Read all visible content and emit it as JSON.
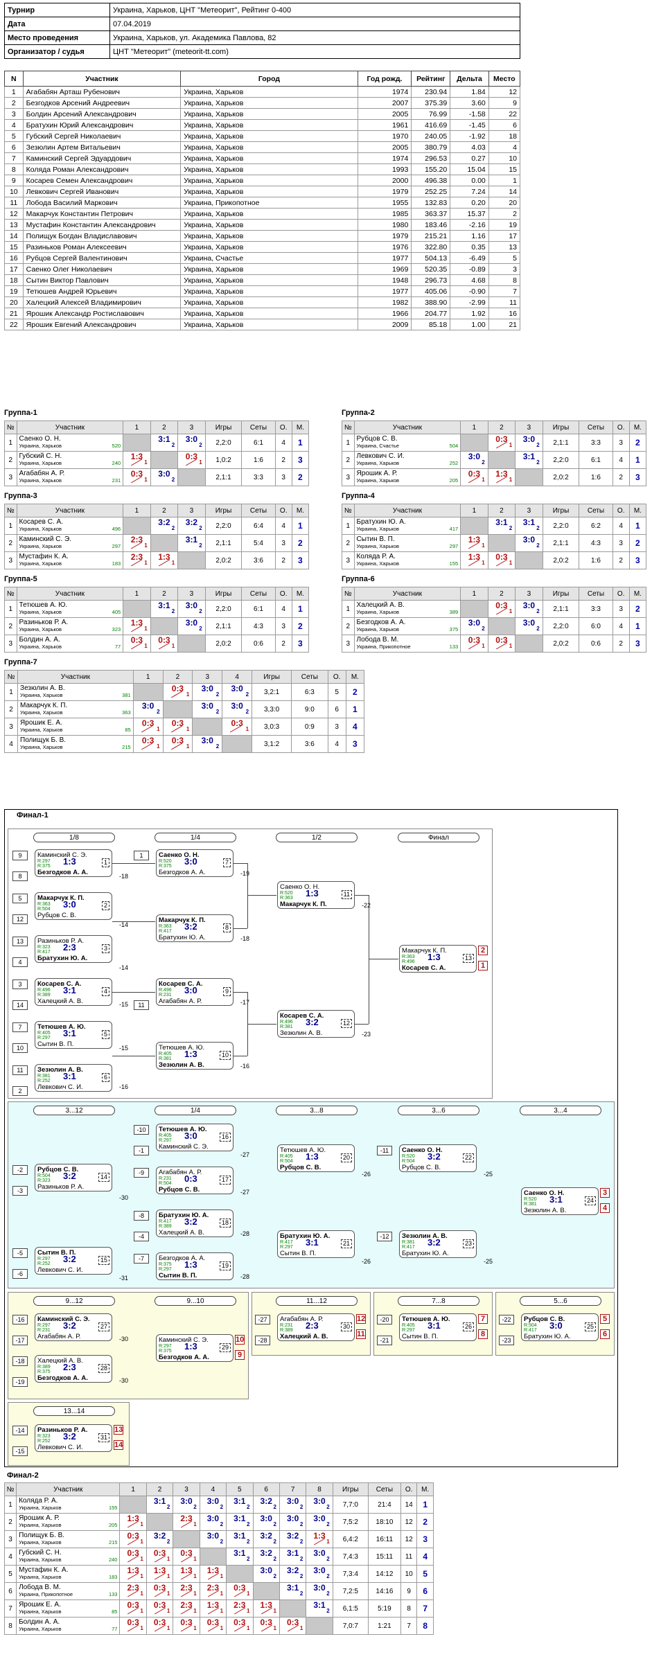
{
  "info": [
    {
      "k": "Турнир",
      "v": "Украина, Харьков, ЦНТ \"Метеорит\", Рейтинг 0-400"
    },
    {
      "k": "Дата",
      "v": "07.04.2019"
    },
    {
      "k": "Место проведения",
      "v": "Украина, Харьков, ул. Академика Павлова, 82"
    },
    {
      "k": "Организатор / судья",
      "v": "ЦНТ \"Метеорит\" (meteorit-tt.com)"
    }
  ],
  "players_header": [
    "N",
    "Участник",
    "Город",
    "Год рожд.",
    "Рейтинг",
    "Дельта",
    "Место"
  ],
  "players": [
    [
      "1",
      "Агабабян Арташ Рубенович",
      "Украина, Харьков",
      "1974",
      "230.94",
      "1.84",
      "12"
    ],
    [
      "2",
      "Безгодков Арсений Андреевич",
      "Украина, Харьков",
      "2007",
      "375.39",
      "3.60",
      "9"
    ],
    [
      "3",
      "Болдин Арсений Александрович",
      "Украина, Харьков",
      "2005",
      "76.99",
      "-1.58",
      "22"
    ],
    [
      "4",
      "Братухин Юрий Александрович",
      "Украина, Харьков",
      "1961",
      "416.69",
      "-1.45",
      "6"
    ],
    [
      "5",
      "Губский Сергей Николаевич",
      "Украина, Харьков",
      "1970",
      "240.05",
      "-1.92",
      "18"
    ],
    [
      "6",
      "Зезюлин Артем Витальевич",
      "Украина, Харьков",
      "2005",
      "380.79",
      "4.03",
      "4"
    ],
    [
      "7",
      "Каминский Сергей Эдуардович",
      "Украина, Харьков",
      "1974",
      "296.53",
      "0.27",
      "10"
    ],
    [
      "8",
      "Коляда Роман Александрович",
      "Украина, Харьков",
      "1993",
      "155.20",
      "15.04",
      "15"
    ],
    [
      "9",
      "Косарев Семен Александрович",
      "Украина, Харьков",
      "2000",
      "496.38",
      "0.00",
      "1"
    ],
    [
      "10",
      "Левкович Сергей Иванович",
      "Украина, Харьков",
      "1979",
      "252.25",
      "7.24",
      "14"
    ],
    [
      "11",
      "Лобода Василий Маркович",
      "Украина, Прикопотное",
      "1955",
      "132.83",
      "0.20",
      "20"
    ],
    [
      "12",
      "Макарчук Константин Петрович",
      "Украина, Харьков",
      "1985",
      "363.37",
      "15.37",
      "2"
    ],
    [
      "13",
      "Мустафин Константин Александрович",
      "Украина, Харьков",
      "1980",
      "183.46",
      "-2.16",
      "19"
    ],
    [
      "14",
      "Полищук Богдан Владиславович",
      "Украина, Харьков",
      "1979",
      "215.21",
      "1.16",
      "17"
    ],
    [
      "15",
      "Разиньков Роман Алексеевич",
      "Украина, Харьков",
      "1976",
      "322.80",
      "0.35",
      "13"
    ],
    [
      "16",
      "Рубцов Сергей Валентинович",
      "Украина, Счастье",
      "1977",
      "504.13",
      "-6.49",
      "5"
    ],
    [
      "17",
      "Саенко Олег Николаевич",
      "Украина, Харьков",
      "1969",
      "520.35",
      "-0.89",
      "3"
    ],
    [
      "18",
      "Сытин Виктор Павлович",
      "Украина, Харьков",
      "1948",
      "296.73",
      "4.68",
      "8"
    ],
    [
      "19",
      "Тетюшев Андрей Юрьевич",
      "Украина, Харьков",
      "1977",
      "405.06",
      "-0.90",
      "7"
    ],
    [
      "20",
      "Халецкий Алексей Владимирович",
      "Украина, Харьков",
      "1982",
      "388.90",
      "-2.99",
      "11"
    ],
    [
      "21",
      "Ярошик Александр Ростиславович",
      "Украина, Харьков",
      "1966",
      "204.77",
      "1.92",
      "16"
    ],
    [
      "22",
      "Ярошик Евгений Александрович",
      "Украина, Харьков",
      "2009",
      "85.18",
      "1.00",
      "21"
    ]
  ],
  "group_header": [
    "№",
    "Участник",
    "Игры",
    "Сеты",
    "О.",
    "М."
  ],
  "groups": [
    {
      "title": "Группа-1",
      "rows": [
        {
          "n": "1",
          "name": "Саенко О. Н.",
          "city": "Украина, Харьков",
          "r": "520",
          "s": [
            "",
            "3:1|w|2",
            "3:0|w|2"
          ],
          "g": "2,2:0",
          "sets": "6:1",
          "o": "4",
          "m": "1"
        },
        {
          "n": "2",
          "name": "Губский С. Н.",
          "city": "Украина, Харьков",
          "r": "240",
          "s": [
            "1:3|l|1",
            "",
            "0:3|l|1"
          ],
          "g": "1,0:2",
          "sets": "1:6",
          "o": "2",
          "m": "3"
        },
        {
          "n": "3",
          "name": "Агабабян А. Р.",
          "city": "Украина, Харьков",
          "r": "231",
          "s": [
            "0:3|l|1",
            "3:0|w|2",
            ""
          ],
          "g": "2,1:1",
          "sets": "3:3",
          "o": "3",
          "m": "2"
        }
      ]
    },
    {
      "title": "Группа-2",
      "rows": [
        {
          "n": "1",
          "name": "Рубцов С. В.",
          "city": "Украина, Счастье",
          "r": "504",
          "s": [
            "",
            "0:3|l|1",
            "3:0|w|2"
          ],
          "g": "2,1:1",
          "sets": "3:3",
          "o": "3",
          "m": "2"
        },
        {
          "n": "2",
          "name": "Левкович С. И.",
          "city": "Украина, Харьков",
          "r": "252",
          "s": [
            "3:0|w|2",
            "",
            "3:1|w|2"
          ],
          "g": "2,2:0",
          "sets": "6:1",
          "o": "4",
          "m": "1"
        },
        {
          "n": "3",
          "name": "Ярошик А. Р.",
          "city": "Украина, Харьков",
          "r": "205",
          "s": [
            "0:3|l|1",
            "1:3|l|1",
            ""
          ],
          "g": "2,0:2",
          "sets": "1:6",
          "o": "2",
          "m": "3"
        }
      ]
    },
    {
      "title": "Группа-3",
      "rows": [
        {
          "n": "1",
          "name": "Косарев С. А.",
          "city": "Украина, Харьков",
          "r": "496",
          "s": [
            "",
            "3:2|w|2",
            "3:2|w|2"
          ],
          "g": "2,2:0",
          "sets": "6:4",
          "o": "4",
          "m": "1"
        },
        {
          "n": "2",
          "name": "Каминский С. Э.",
          "city": "Украина, Харьков",
          "r": "297",
          "s": [
            "2:3|l|1",
            "",
            "3:1|w|2"
          ],
          "g": "2,1:1",
          "sets": "5:4",
          "o": "3",
          "m": "2"
        },
        {
          "n": "3",
          "name": "Мустафин К. А.",
          "city": "Украина, Харьков",
          "r": "183",
          "s": [
            "2:3|l|1",
            "1:3|l|1",
            ""
          ],
          "g": "2,0:2",
          "sets": "3:6",
          "o": "2",
          "m": "3"
        }
      ]
    },
    {
      "title": "Группа-4",
      "rows": [
        {
          "n": "1",
          "name": "Братухин Ю. А.",
          "city": "Украина, Харьков",
          "r": "417",
          "s": [
            "",
            "3:1|w|2",
            "3:1|w|2"
          ],
          "g": "2,2:0",
          "sets": "6:2",
          "o": "4",
          "m": "1"
        },
        {
          "n": "2",
          "name": "Сытин В. П.",
          "city": "Украина, Харьков",
          "r": "297",
          "s": [
            "1:3|l|1",
            "",
            "3:0|w|2"
          ],
          "g": "2,1:1",
          "sets": "4:3",
          "o": "3",
          "m": "2"
        },
        {
          "n": "3",
          "name": "Коляда Р. А.",
          "city": "Украина, Харьков",
          "r": "155",
          "s": [
            "1:3|l|1",
            "0:3|l|1",
            ""
          ],
          "g": "2,0:2",
          "sets": "1:6",
          "o": "2",
          "m": "3"
        }
      ]
    },
    {
      "title": "Группа-5",
      "rows": [
        {
          "n": "1",
          "name": "Тетюшев А. Ю.",
          "city": "Украина, Харьков",
          "r": "405",
          "s": [
            "",
            "3:1|w|2",
            "3:0|w|2"
          ],
          "g": "2,2:0",
          "sets": "6:1",
          "o": "4",
          "m": "1"
        },
        {
          "n": "2",
          "name": "Разиньков Р. А.",
          "city": "Украина, Харьков",
          "r": "323",
          "s": [
            "1:3|l|1",
            "",
            "3:0|w|2"
          ],
          "g": "2,1:1",
          "sets": "4:3",
          "o": "3",
          "m": "2"
        },
        {
          "n": "3",
          "name": "Болдин А. А.",
          "city": "Украина, Харьков",
          "r": "77",
          "s": [
            "0:3|l|1",
            "0:3|l|1",
            ""
          ],
          "g": "2,0:2",
          "sets": "0:6",
          "o": "2",
          "m": "3"
        }
      ]
    },
    {
      "title": "Группа-6",
      "rows": [
        {
          "n": "1",
          "name": "Халецкий А. В.",
          "city": "Украина, Харьков",
          "r": "389",
          "s": [
            "",
            "0:3|l|1",
            "3:0|w|2"
          ],
          "g": "2,1:1",
          "sets": "3:3",
          "o": "3",
          "m": "2"
        },
        {
          "n": "2",
          "name": "Безгодков А. А.",
          "city": "Украина, Харьков",
          "r": "375",
          "s": [
            "3:0|w|2",
            "",
            "3:0|w|2"
          ],
          "g": "2,2:0",
          "sets": "6:0",
          "o": "4",
          "m": "1"
        },
        {
          "n": "3",
          "name": "Лобода В. М.",
          "city": "Украина, Прикопотное",
          "r": "133",
          "s": [
            "0:3|l|1",
            "0:3|l|1",
            ""
          ],
          "g": "2,0:2",
          "sets": "0:6",
          "o": "2",
          "m": "3"
        }
      ]
    },
    {
      "title": "Группа-7",
      "rows": [
        {
          "n": "1",
          "name": "Зезюлин А. В.",
          "city": "Украина, Харьков",
          "r": "381",
          "s": [
            "",
            "0:3|l|1",
            "3:0|w|2",
            "3:0|w|2"
          ],
          "g": "3,2:1",
          "sets": "6:3",
          "o": "5",
          "m": "2"
        },
        {
          "n": "2",
          "name": "Макарчук К. П.",
          "city": "Украина, Харьков",
          "r": "363",
          "s": [
            "3:0|w|2",
            "",
            "3:0|w|2",
            "3:0|w|2"
          ],
          "g": "3,3:0",
          "sets": "9:0",
          "o": "6",
          "m": "1"
        },
        {
          "n": "3",
          "name": "Ярошик Е. А.",
          "city": "Украина, Харьков",
          "r": "85",
          "s": [
            "0:3|l|1",
            "0:3|l|1",
            "",
            "0:3|l|1"
          ],
          "g": "3,0:3",
          "sets": "0:9",
          "o": "3",
          "m": "4"
        },
        {
          "n": "4",
          "name": "Полищук Б. В.",
          "city": "Украина, Харьков",
          "r": "215",
          "s": [
            "0:3|l|1",
            "0:3|l|1",
            "3:0|w|2",
            ""
          ],
          "g": "3,1:2",
          "sets": "3:6",
          "o": "4",
          "m": "3"
        }
      ]
    }
  ],
  "final1": {
    "title": "Финал-1",
    "stages": [
      "1/8",
      "1/4",
      "1/2",
      "Финал",
      "3...12",
      "1/4",
      "3...8",
      "3...6",
      "3...4",
      "9...12",
      "9...10",
      "11...12",
      "7...8",
      "5...6",
      "13...14"
    ]
  },
  "final2": {
    "title": "Финал-2",
    "header": [
      "№",
      "Участник",
      "1",
      "2",
      "3",
      "4",
      "5",
      "6",
      "7",
      "8",
      "Игры",
      "Сеты",
      "О.",
      "М."
    ],
    "rows": [
      {
        "n": "1",
        "name": "Коляда Р. А.",
        "city": "Украина, Харьков",
        "r": "155",
        "s": [
          "",
          "3:1|w|2",
          "3:0|w|2",
          "3:0|w|2",
          "3:1|w|2",
          "3:2|w|2",
          "3:0|w|2",
          "3:0|w|2"
        ],
        "g": "7,7:0",
        "sets": "21:4",
        "o": "14",
        "m": "1"
      },
      {
        "n": "2",
        "name": "Ярошик А. Р.",
        "city": "Украина, Харьков",
        "r": "205",
        "s": [
          "1:3|l|1",
          "",
          "2:3|l|1",
          "3:0|w|2",
          "3:1|w|2",
          "3:0|w|2",
          "3:0|w|2",
          "3:0|w|2"
        ],
        "g": "7,5:2",
        "sets": "18:10",
        "o": "12",
        "m": "2"
      },
      {
        "n": "3",
        "name": "Полищук Б. В.",
        "city": "Украина, Харьков",
        "r": "215",
        "s": [
          "0:3|l|1",
          "3:2|w|2",
          "",
          "3:0|w|2",
          "3:1|w|2",
          "3:2|w|2",
          "3:2|w|2",
          "1:3|l|1"
        ],
        "g": "6,4:2",
        "sets": "16:11",
        "o": "12",
        "m": "3"
      },
      {
        "n": "4",
        "name": "Губский С. Н.",
        "city": "Украина, Харьков",
        "r": "240",
        "s": [
          "0:3|l|1",
          "0:3|l|1",
          "0:3|l|1",
          "",
          "3:1|w|2",
          "3:2|w|2",
          "3:1|w|2",
          "3:0|w|2"
        ],
        "g": "7,4:3",
        "sets": "15:11",
        "o": "11",
        "m": "4"
      },
      {
        "n": "5",
        "name": "Мустафин К. А.",
        "city": "Украина, Харьков",
        "r": "183",
        "s": [
          "1:3|l|1",
          "1:3|l|1",
          "1:3|l|1",
          "1:3|l|1",
          "",
          "3:0|w|2",
          "3:2|w|2",
          "3:0|w|2"
        ],
        "g": "7,3:4",
        "sets": "14:12",
        "o": "10",
        "m": "5"
      },
      {
        "n": "6",
        "name": "Лобода В. М.",
        "city": "Украина, Прикопотное",
        "r": "133",
        "s": [
          "2:3|l|1",
          "0:3|l|1",
          "2:3|l|1",
          "2:3|l|1",
          "0:3|l|1",
          "",
          "3:1|w|2",
          "3:0|w|2"
        ],
        "g": "7,2:5",
        "sets": "14:16",
        "o": "9",
        "m": "6"
      },
      {
        "n": "7",
        "name": "Ярошик Е. А.",
        "city": "Украина, Харьков",
        "r": "85",
        "s": [
          "0:3|l|1",
          "0:3|l|1",
          "2:3|l|1",
          "1:3|l|1",
          "2:3|l|1",
          "1:3|l|1",
          "",
          "3:1|w|2"
        ],
        "g": "6,1:5",
        "sets": "5:19",
        "o": "8",
        "m": "7"
      },
      {
        "n": "8",
        "name": "Болдин А. А.",
        "city": "Украина, Харьков",
        "r": "77",
        "s": [
          "0:3|l|1",
          "0:3|l|1",
          "0:3|l|1",
          "0:3|l|1",
          "0:3|l|1",
          "0:3|l|1",
          "0:3|l|1",
          ""
        ],
        "g": "7,0:7",
        "sets": "1:21",
        "o": "7",
        "m": "8"
      }
    ]
  }
}
